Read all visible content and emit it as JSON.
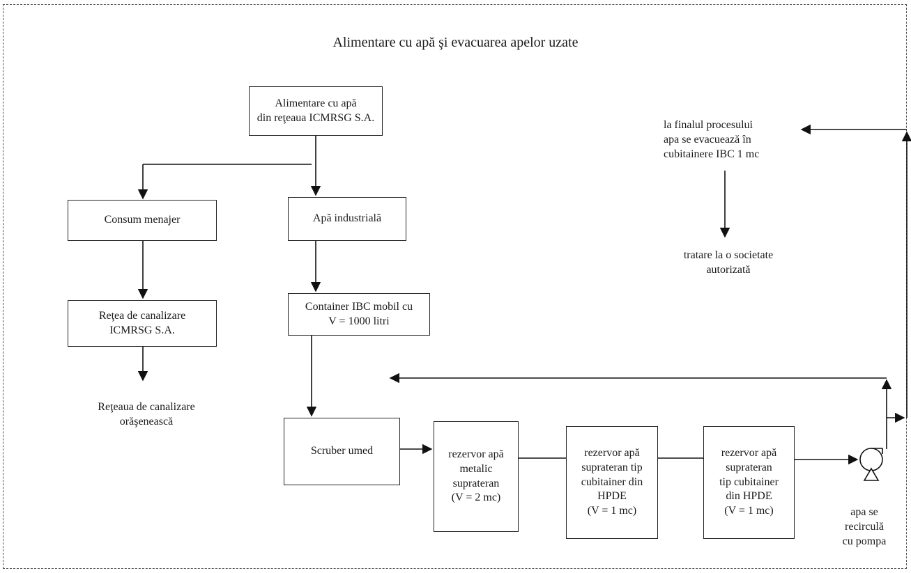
{
  "title": "Alimentare cu apă şi evacuarea apelor uzate",
  "nodes": {
    "supply": "Alimentare cu apă\ndin reţeaua ICMRSG S.A.",
    "domestic": "Consum menajer",
    "industrial": "Apă industrială",
    "sewer_network": "Reţea de canalizare\nICMRSG S.A.",
    "ibc_container": "Container IBC mobil cu\nV = 1000 litri",
    "scrubber": "Scruber umed",
    "tank_metal": "rezervor apă\nmetalic\nsuprateran\n(V = 2 mc)",
    "tank_hpde_1": "rezervor apă\nsuprateran tip\ncubitainer din\nHPDE\n(V = 1 mc)",
    "tank_hpde_2": "rezervor apă\nsuprateran\ntip cubitainer\ndin HPDE\n(V = 1 mc)"
  },
  "labels": {
    "city_sewer": "Reţeaua de canalizare\norăşenească",
    "process_end": "la finalul procesului\napa se evacuează în\ncubitainere IBC 1 mc",
    "treatment": "tratare la o societate\nautorizată",
    "recirculation": "apa se\nrecirculă\ncu pompa"
  },
  "icons": {
    "pump": "pump-icon"
  }
}
